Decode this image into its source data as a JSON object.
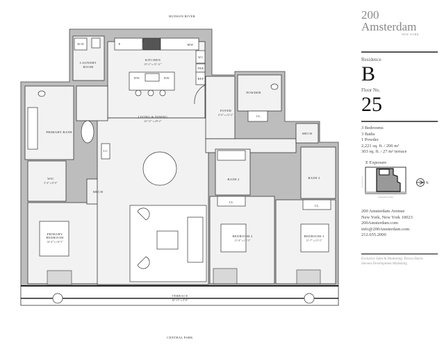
{
  "plan": {
    "north_label": "HUDSON RIVER",
    "south_label": "CENTRAL PARK",
    "rooms": {
      "kitchen": {
        "name": "KITCHEN",
        "dims": "19'-2\" x 15'-11\""
      },
      "laundry": {
        "name_line1": "LAUNDRY",
        "name_line2": "ROOM"
      },
      "primary_bath": {
        "name": "PRIMARY BATH"
      },
      "wic": {
        "name": "WIC",
        "dims": "5'-4\" x 8'-0\""
      },
      "mech_left": {
        "name": "MECH"
      },
      "primary_bedroom": {
        "name_line1": "PRIMARY",
        "name_line2": "BEDROOM",
        "dims": "14'-4\" x 14'-3\""
      },
      "living_dining": {
        "name": "LIVING & DINING",
        "dims": "16'-11\" x 29'-2\""
      },
      "foyer": {
        "name": "FOYER",
        "dims": "6'-6\" x 12'-2\""
      },
      "powder": {
        "name": "POWDER"
      },
      "mech_right": {
        "name": "MECH"
      },
      "bath2": {
        "name": "BATH 2"
      },
      "bath3": {
        "name": "BATH 3"
      },
      "bedroom2": {
        "name": "BEDROOM 2",
        "dims": "11'-4\" x 13'-3\""
      },
      "bedroom3": {
        "name": "BEDROOM 3",
        "dims": "11'-7\" x 13'-3\""
      },
      "terrace": {
        "name": "TERRACE",
        "dims": "36'-11\" x 4'-8\""
      }
    },
    "fixtures": {
      "wd": "W/D",
      "fridge_p": "P",
      "micro": "MW",
      "wine": "WC",
      "fre": "FRE",
      "ref": "REF",
      "dw1": "DW",
      "dw2": "DW",
      "lc": "LC",
      "cl1": "CL",
      "cl2": "CL",
      "cl3": "CL"
    }
  },
  "panel": {
    "brand_line1": "200",
    "brand_line2": "Amsterdam",
    "brand_line3": "NEW YORK",
    "residence_label": "Residence",
    "residence_value": "B",
    "floor_label": "Floor No.",
    "floor_value": "25",
    "specs": [
      "3 Bedrooms",
      "3 Baths",
      "1 Powder",
      "2,221 sq. ft. / 206 m²",
      "303 sq. ft. / 27 m² terrace"
    ],
    "exposure_label": "E Exposure",
    "keyplan_side_label": "West 69th Street",
    "keyplan_bottom_label": "Amsterdam Avenue",
    "north_label": "N",
    "contact": [
      "200 Amsterdam Avenue",
      "New York, New York 10023",
      "200Amsterdam.com",
      "info@200Amsterdam.com",
      "212.655.2000"
    ],
    "footer": [
      "Exclusive Sales & Marketing: Brown Harris",
      "Stevens Development Marketing"
    ]
  }
}
